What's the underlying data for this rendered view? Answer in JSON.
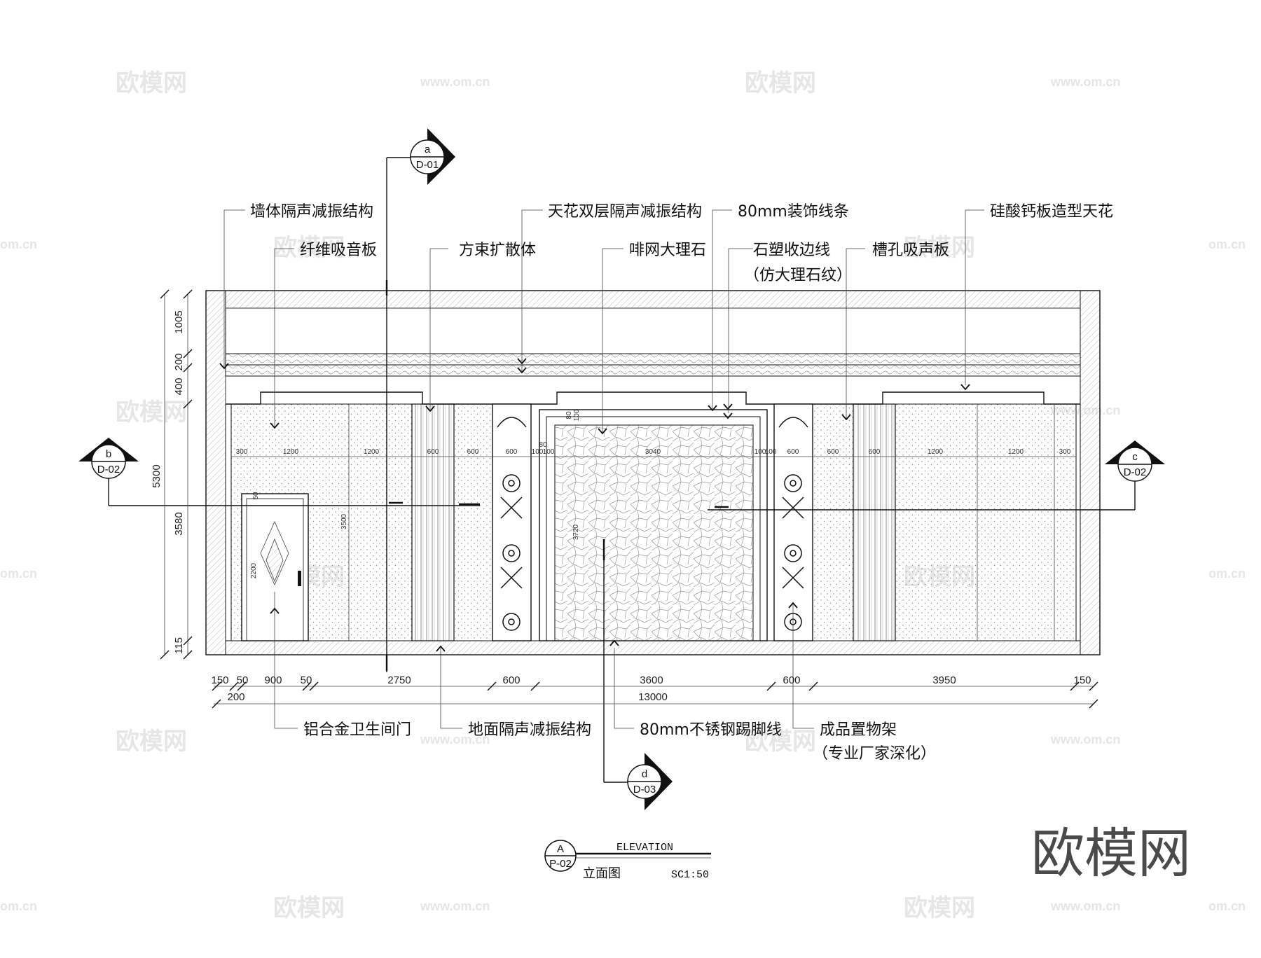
{
  "drawing": {
    "title": "ELEVATION",
    "subtitle": "立面图",
    "scale": "SC1:50",
    "ref_letter": "A",
    "ref_sheet": "P-02"
  },
  "watermark": {
    "logo": "欧模网",
    "site": "www.om.cn",
    "site_clipped": "om.cn"
  },
  "section_markers": {
    "a": {
      "letter": "a",
      "sheet": "D-01"
    },
    "b": {
      "letter": "b",
      "sheet": "D-02"
    },
    "c": {
      "letter": "c",
      "sheet": "D-02"
    },
    "d": {
      "letter": "d",
      "sheet": "D-03"
    }
  },
  "callouts_top": {
    "wall": "墙体隔声减振结构",
    "fiber": "纤维吸音板",
    "diffuser": "方束扩散体",
    "ceiling_double": "天花双层隔声减振结构",
    "marble": "啡网大理石",
    "trim80": "80mm装饰线条",
    "stone_plastic": "石塑收边线",
    "stone_plastic_note": "（仿大理石纹）",
    "slot_panel": "槽孔吸声板",
    "calcium_ceiling": "硅酸钙板造型天花"
  },
  "callouts_bottom": {
    "door": "铝合金卫生间门",
    "floor": "地面隔声减振结构",
    "skirting": "80mm不锈钢踢脚线",
    "shelf": "成品置物架",
    "shelf_note": "（专业厂家深化）"
  },
  "dims_left": {
    "d1005": "1005",
    "d200": "200",
    "d400": "400",
    "d5300": "5300",
    "d3580": "3580",
    "d115": "115"
  },
  "dims_bottom": {
    "b150a": "150",
    "b50a": "50",
    "b900": "900",
    "b50b": "50",
    "b2750": "2750",
    "b600a": "600",
    "b3600": "3600",
    "b600b": "600",
    "b3950": "3950",
    "b150b": "150",
    "b200": "200",
    "b13000": "13000"
  },
  "dims_inner": {
    "i300a": "300",
    "i1200a": "1200",
    "i1200b": "1200",
    "i600a": "600",
    "i600b": "600",
    "i600c": "600",
    "i80a": "80",
    "i100a": "100",
    "i100b": "100",
    "i3040": "3040",
    "i100c": "100",
    "i100d": "100",
    "i600d": "600",
    "i600e": "600",
    "i600f": "600",
    "i1200c": "1200",
    "i1200d": "1200",
    "i300b": "300",
    "i3500": "3500",
    "i2200": "2200",
    "i50": "50",
    "i3720": "3720",
    "i80b": "80",
    "i100e": "100"
  }
}
